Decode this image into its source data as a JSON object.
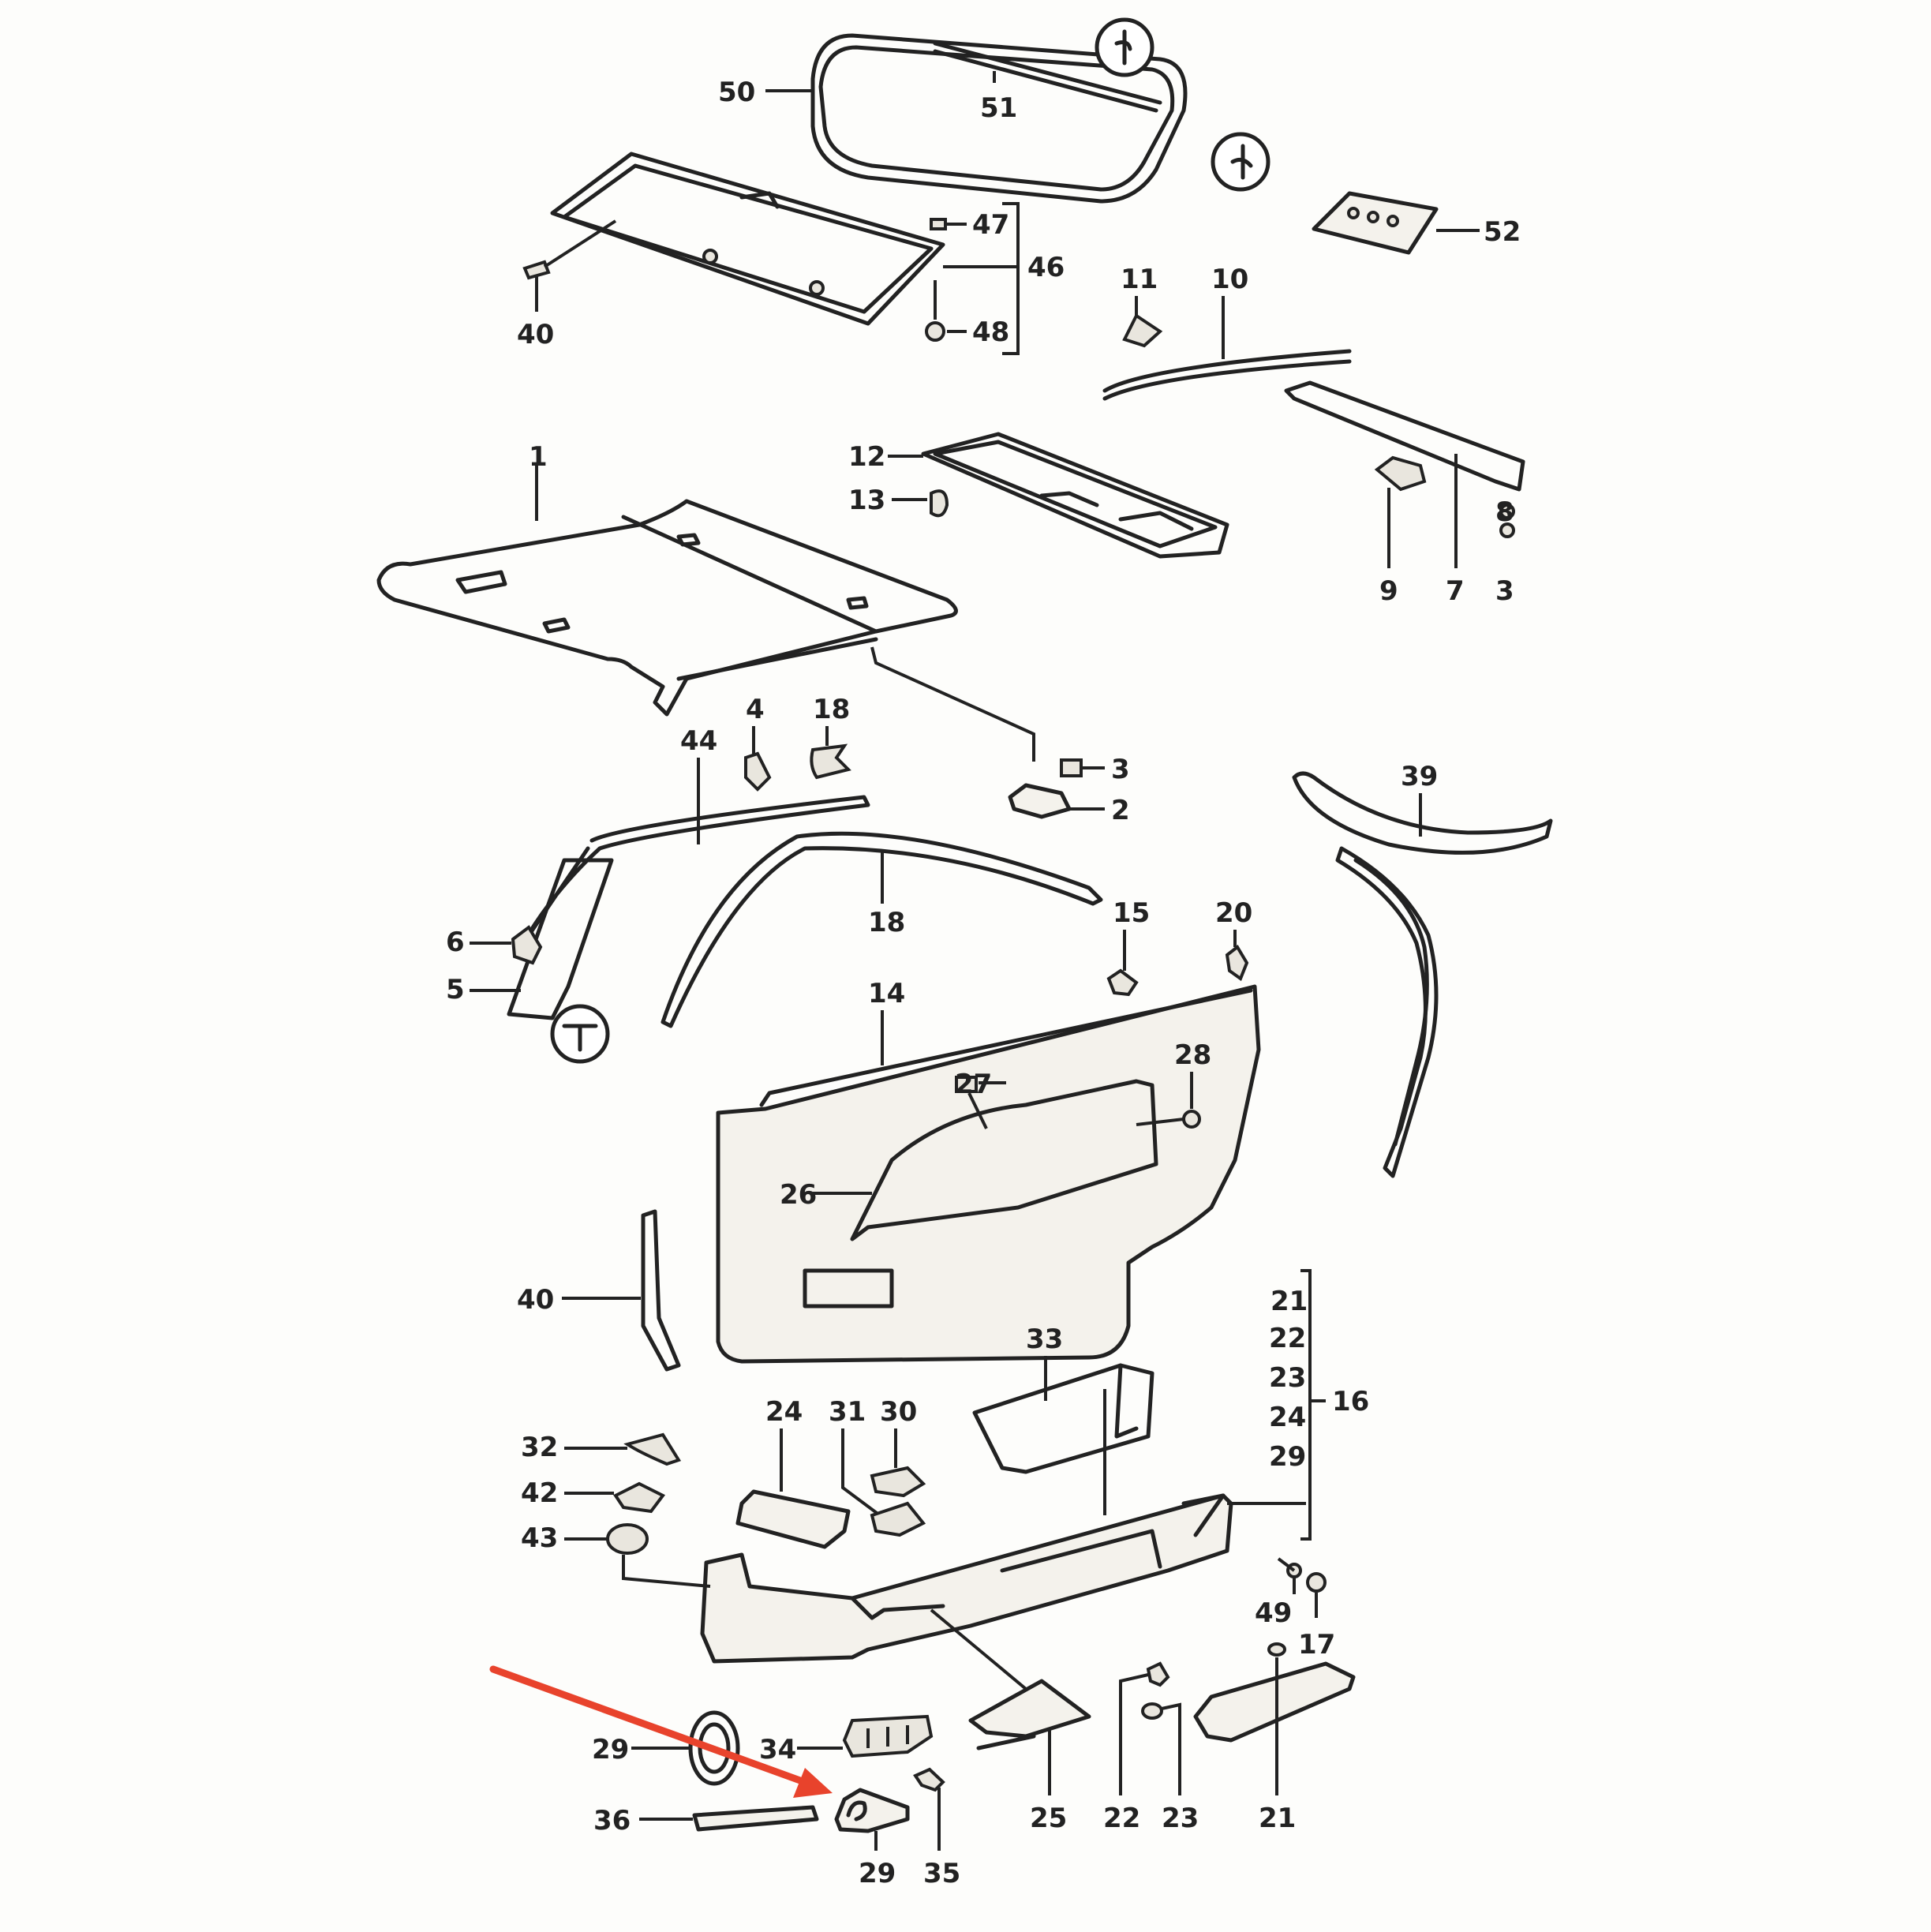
{
  "figure": {
    "highlight_color": "#e8432c",
    "line_color": "#222222",
    "background": "#fdfdfb"
  },
  "labels": {
    "p50": "50",
    "p51": "51",
    "p52": "52",
    "p47": "47",
    "p46": "46",
    "p48": "48",
    "p40a": "40",
    "p11": "11",
    "p10": "10",
    "p12": "12",
    "p13": "13",
    "p8": "8",
    "p9": "9",
    "p7": "7",
    "p3a": "3",
    "p1": "1",
    "p44": "44",
    "p4": "4",
    "p18a": "18",
    "p3b": "3",
    "p2": "2",
    "p39": "39",
    "p18b": "18",
    "p15": "15",
    "p20": "20",
    "p6": "6",
    "p5": "5",
    "p14": "14",
    "p27": "27",
    "p28": "28",
    "p26": "26",
    "p40b": "40",
    "p21a": "21",
    "p22a": "22",
    "p23a": "23",
    "p24a": "24",
    "p29a": "29",
    "p16": "16",
    "p33": "33",
    "p24b": "24",
    "p31": "31",
    "p30": "30",
    "p32": "32",
    "p42": "42",
    "p43": "43",
    "p49": "49",
    "p17": "17",
    "p29b": "29",
    "p34": "34",
    "p36": "36",
    "p29c": "29",
    "p35": "35",
    "p25": "25",
    "p22b": "22",
    "p23b": "23",
    "p21b": "21"
  }
}
